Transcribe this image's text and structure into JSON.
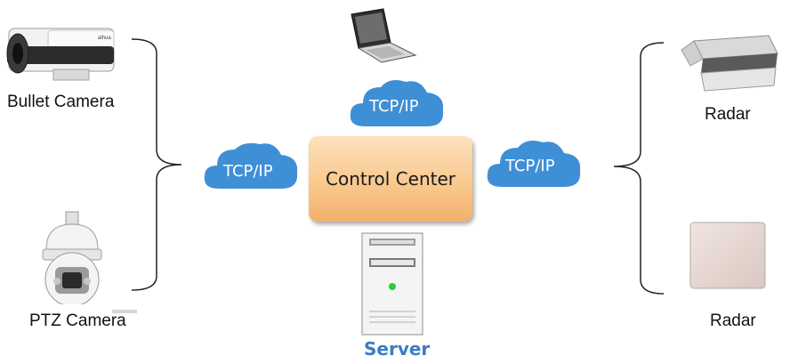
{
  "devices": {
    "bullet_camera": "Bullet Camera",
    "ptz_camera": "PTZ Camera",
    "radar_top": "Radar",
    "radar_bottom": "Radar"
  },
  "network": {
    "cloud_left": "TCP/IP",
    "cloud_top": "TCP/IP",
    "cloud_right": "TCP/IP"
  },
  "center": {
    "control_center": "Control Center",
    "server": "Server"
  },
  "colors": {
    "cloud": "#3f8fd6",
    "control_box": "#f9c98e",
    "server_label": "#3b7cc4"
  }
}
